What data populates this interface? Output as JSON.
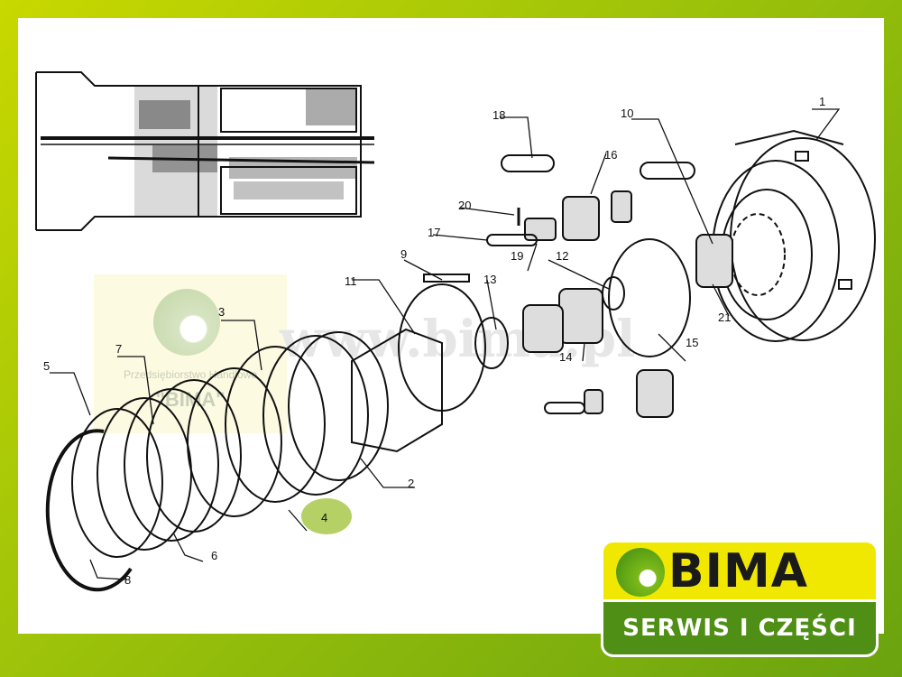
{
  "watermark": {
    "url_text": "www.bima.pl",
    "stamp_line1": "Przedsiębiorstwo Handlowe",
    "stamp_line2": "\"BIMA\""
  },
  "diagram": {
    "part_labels": [
      "1",
      "2",
      "3",
      "4",
      "5",
      "6",
      "7",
      "8",
      "9",
      "10",
      "11",
      "12",
      "13",
      "14",
      "15",
      "16",
      "17",
      "18",
      "19",
      "20",
      "21"
    ],
    "highlighted_part": "4"
  },
  "logo": {
    "brand": "BIMA",
    "tagline": "SERWIS I CZĘŚCI"
  },
  "colors": {
    "frame_gradient_start": "#c8d800",
    "frame_gradient_end": "#6aa30f",
    "highlight": "#a8c84a",
    "logo_yellow": "#f0e800",
    "logo_green": "#4f8f16"
  }
}
